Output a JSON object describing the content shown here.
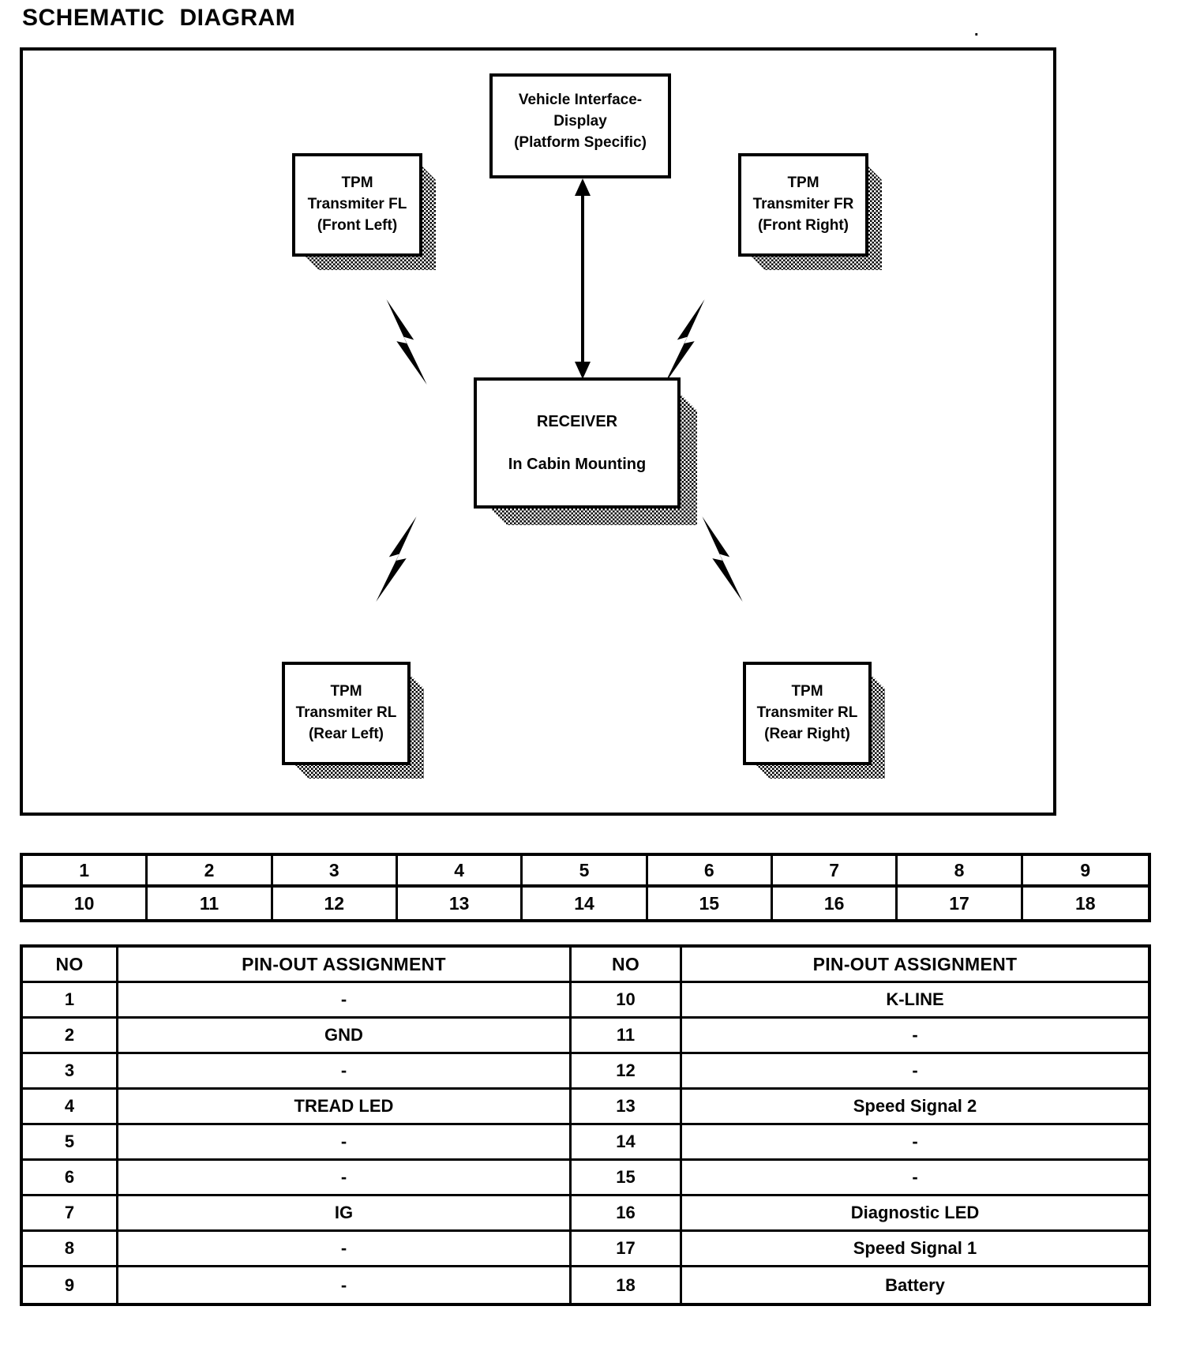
{
  "page": {
    "title": "SCHEMATIC DIAGRAM",
    "stray_mark": "."
  },
  "colors": {
    "ink": "#000000",
    "paper": "#ffffff",
    "shadow_halftone": "#808080"
  },
  "icons": {
    "rf_link": "lightning-bolt",
    "display_link": "double-headed-vertical-arrow"
  },
  "diagram": {
    "vehicle_interface": {
      "lines": [
        "Vehicle Interface-",
        "Display",
        "(Platform Specific)"
      ]
    },
    "tpm_fl": {
      "lines": [
        "TPM",
        "Transmiter FL",
        "(Front Left)"
      ]
    },
    "tpm_fr": {
      "lines": [
        "TPM",
        "Transmiter FR",
        "(Front Right)"
      ]
    },
    "receiver": {
      "title": "RECEIVER",
      "subtitle": "In Cabin Mounting"
    },
    "tpm_rl": {
      "lines": [
        "TPM",
        "Transmiter RL",
        "(Rear Left)"
      ]
    },
    "tpm_rr": {
      "lines": [
        "TPM",
        "Transmiter RL",
        "(Rear Right)"
      ]
    }
  },
  "pin_grid": {
    "rows": [
      [
        "1",
        "2",
        "3",
        "4",
        "5",
        "6",
        "7",
        "8",
        "9"
      ],
      [
        "10",
        "11",
        "12",
        "13",
        "14",
        "15",
        "16",
        "17",
        "18"
      ]
    ]
  },
  "pinout_table": {
    "header": {
      "no": "NO",
      "assignment": "PIN-OUT ASSIGNMENT"
    },
    "left_rows": [
      {
        "no": "1",
        "assignment": "-"
      },
      {
        "no": "2",
        "assignment": "GND"
      },
      {
        "no": "3",
        "assignment": "-"
      },
      {
        "no": "4",
        "assignment": "TREAD LED"
      },
      {
        "no": "5",
        "assignment": "-"
      },
      {
        "no": "6",
        "assignment": "-"
      },
      {
        "no": "7",
        "assignment": "IG"
      },
      {
        "no": "8",
        "assignment": "-"
      },
      {
        "no": "9",
        "assignment": "-"
      }
    ],
    "right_rows": [
      {
        "no": "10",
        "assignment": "K-LINE"
      },
      {
        "no": "11",
        "assignment": "-"
      },
      {
        "no": "12",
        "assignment": "-"
      },
      {
        "no": "13",
        "assignment": "Speed Signal 2"
      },
      {
        "no": "14",
        "assignment": "-"
      },
      {
        "no": "15",
        "assignment": "-"
      },
      {
        "no": "16",
        "assignment": "Diagnostic LED"
      },
      {
        "no": "17",
        "assignment": "Speed Signal 1"
      },
      {
        "no": "18",
        "assignment": "Battery"
      }
    ]
  }
}
